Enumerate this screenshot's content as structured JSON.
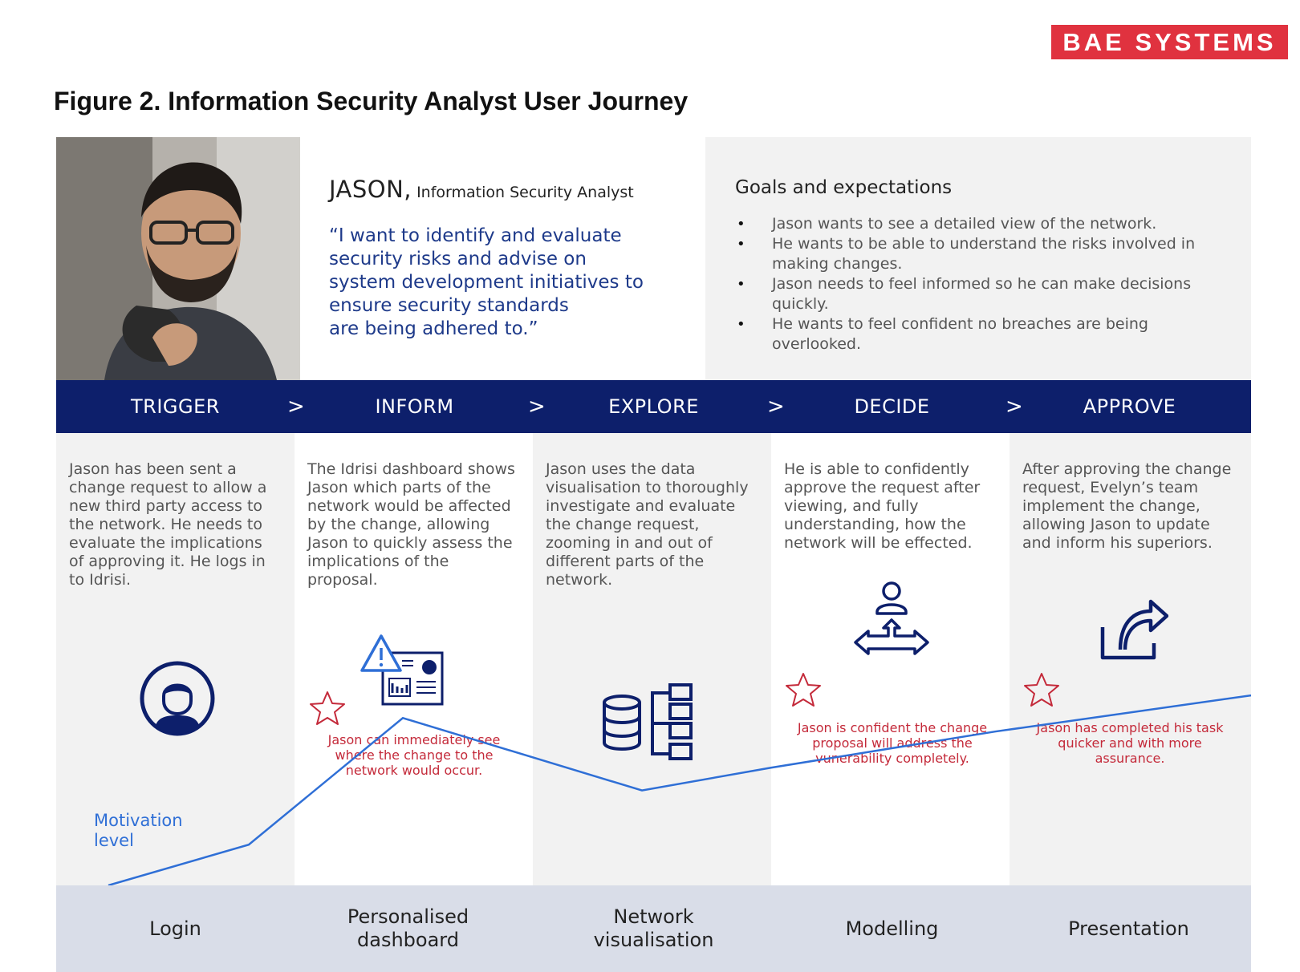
{
  "brand": {
    "logo_text": "BAE SYSTEMS",
    "logo_color": "#e0323f"
  },
  "figure_title": "Figure 2. Information Security Analyst User Journey",
  "persona": {
    "name": "JASON,",
    "role": "Information Security Analyst",
    "quote": "“I want to identify and evaluate\nsecurity risks and advise on\nsystem development initiatives to\nensure security standards\nare being adhered to.”"
  },
  "goals": {
    "title": "Goals and expectations",
    "items": [
      "Jason wants to see a detailed view of the network.",
      "He wants to be able to understand the risks involved in making changes.",
      "Jason needs to feel informed so he can make decisions quickly.",
      "He wants to feel confident no breaches are being overlooked."
    ]
  },
  "stages": [
    {
      "label": "TRIGGER",
      "text": "Jason has been sent a change request to allow a new third party access to the network. He needs to evaluate the implications of approving it. He logs in to Idrisi.",
      "icon": "user-circle-icon",
      "note": "",
      "tool": "Login"
    },
    {
      "label": "INFORM",
      "text": "The Idrisi dashboard shows Jason which parts of the network would be affected by the change, allowing Jason to quickly assess the implications of the proposal.",
      "icon": "dashboard-alert-icon",
      "note": "Jason can immediately see where the change to the network would occur.",
      "tool": "Personalised\ndashboard"
    },
    {
      "label": "EXPLORE",
      "text": "Jason uses the data visualisation to thoroughly investigate and evaluate the change request, zooming in and out of different parts of the network.",
      "icon": "database-tree-icon",
      "note": "",
      "tool": "Network\nvisualisation"
    },
    {
      "label": "DECIDE",
      "text": "He is able to confidently approve the request after viewing, and fully understanding, how the network will be effected.",
      "icon": "user-decision-icon",
      "note": "Jason is confident the change proposal will address the vunerability completely.",
      "tool": "Modelling"
    },
    {
      "label": "APPROVE",
      "text": "After approving the change request, Evelyn’s team implement the change, allowing Jason to update and inform his superiors.",
      "icon": "share-arrow-icon",
      "note": "Jason has completed his task quicker and with more assurance.",
      "tool": "Presentation"
    }
  ],
  "chevron": ">",
  "motivation": {
    "label": "Motivation\nlevel",
    "color": "#2f6fd6",
    "levels": [
      0.0,
      0.09,
      0.37,
      0.21,
      0.26,
      0.34,
      0.42
    ]
  },
  "colors": {
    "stage_bar": "#0d1f6b",
    "icon_navy": "#0d1f6b",
    "alert_blue": "#2f6fd6",
    "note_red": "#c42a3a",
    "tool_bg": "#d9dde8"
  }
}
